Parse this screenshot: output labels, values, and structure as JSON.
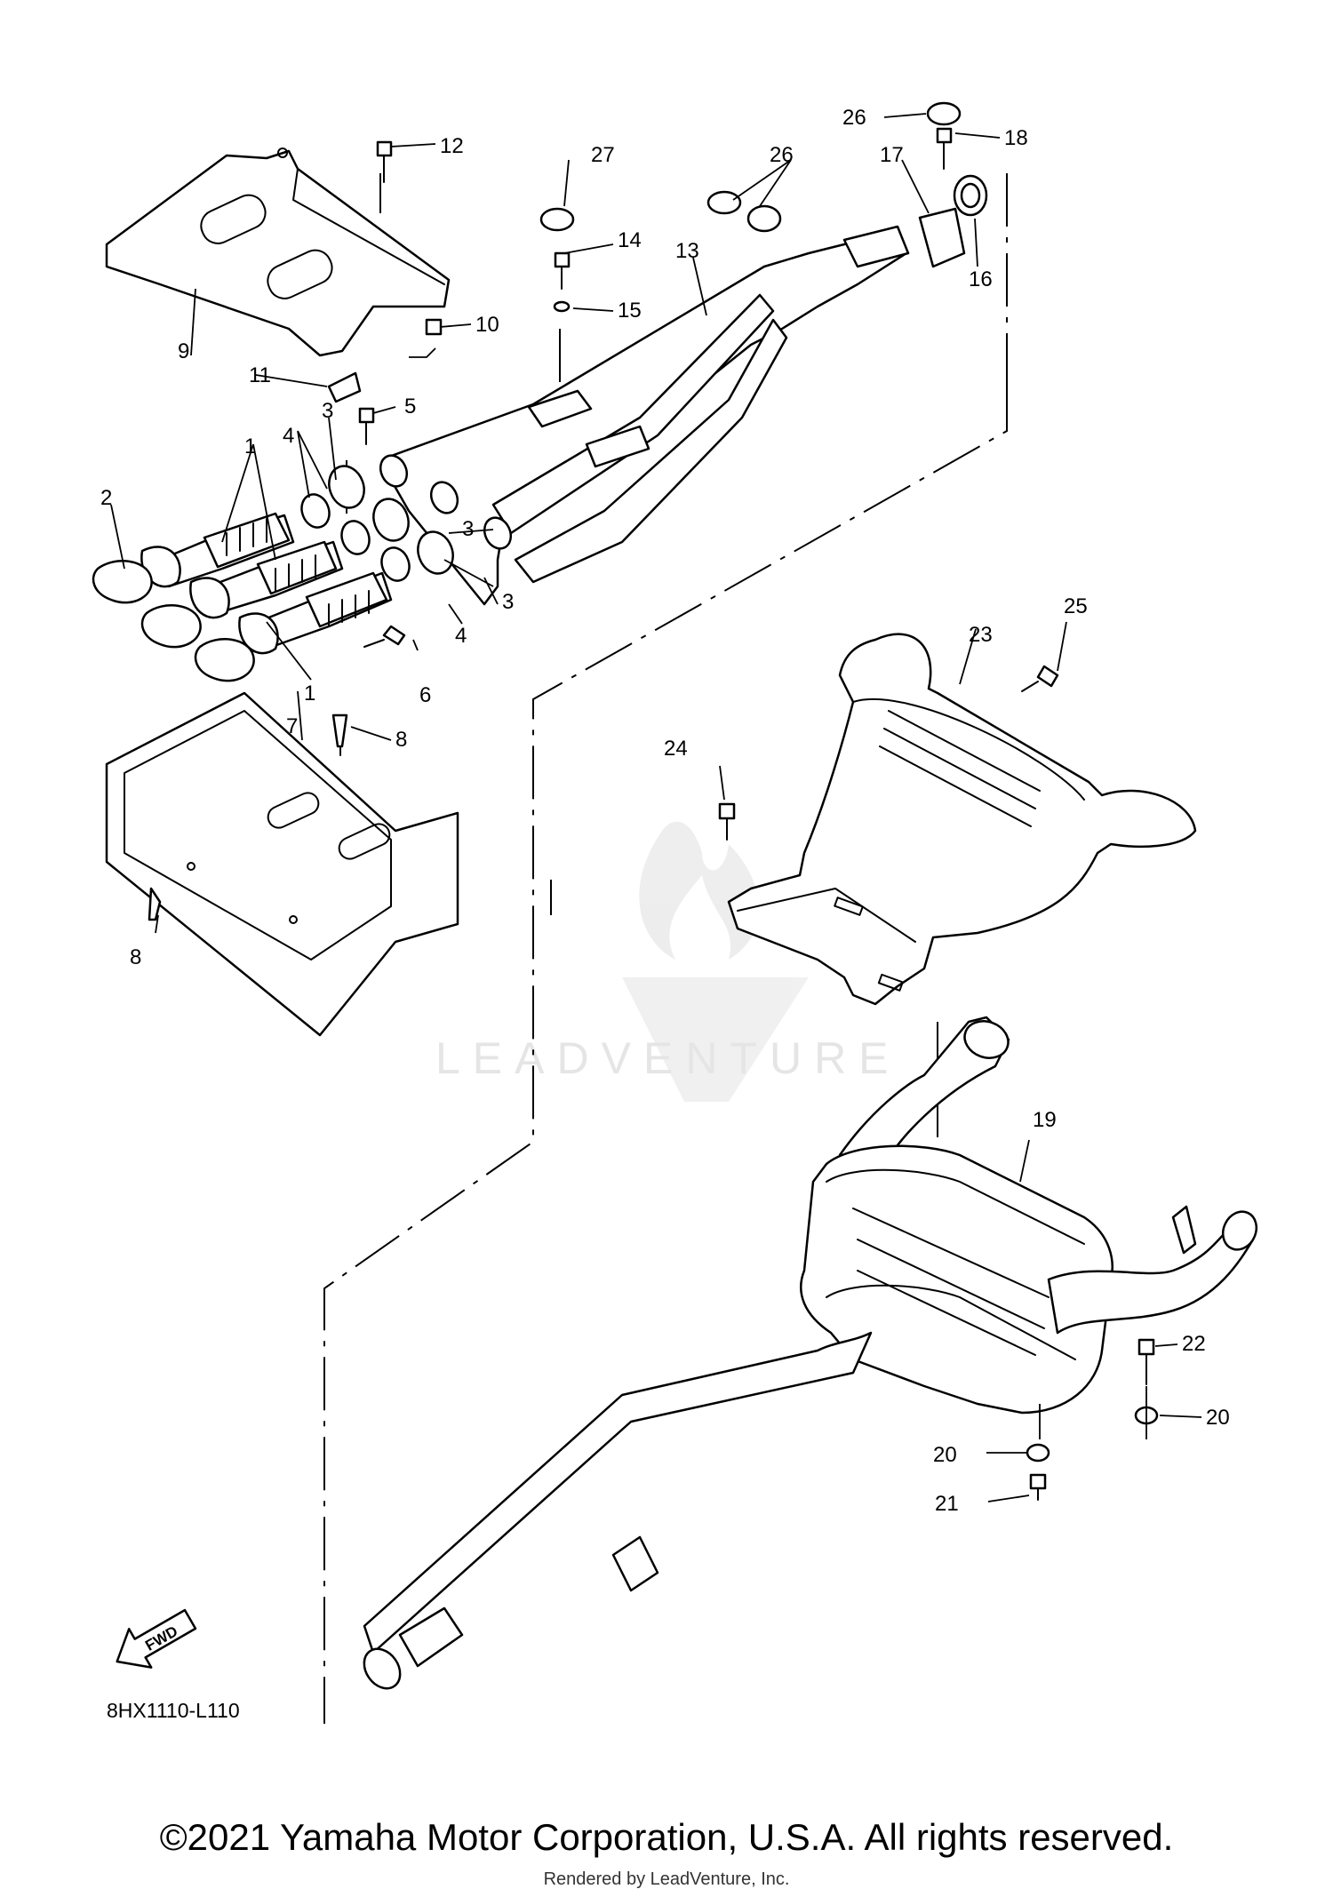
{
  "diagram": {
    "code": "8HX1110-L110",
    "fwd_label": "FWD",
    "watermark": "LEADVENTURE",
    "callouts": [
      {
        "id": "c1a",
        "text": "1"
      },
      {
        "id": "c1b",
        "text": "1"
      },
      {
        "id": "c2",
        "text": "2"
      },
      {
        "id": "c3a",
        "text": "3"
      },
      {
        "id": "c3b",
        "text": "3"
      },
      {
        "id": "c3c",
        "text": "3"
      },
      {
        "id": "c4a",
        "text": "4"
      },
      {
        "id": "c4b",
        "text": "4"
      },
      {
        "id": "c5",
        "text": "5"
      },
      {
        "id": "c6",
        "text": "6"
      },
      {
        "id": "c7",
        "text": "7"
      },
      {
        "id": "c8a",
        "text": "8"
      },
      {
        "id": "c8b",
        "text": "8"
      },
      {
        "id": "c9",
        "text": "9"
      },
      {
        "id": "c10",
        "text": "10"
      },
      {
        "id": "c11",
        "text": "11"
      },
      {
        "id": "c12",
        "text": "12"
      },
      {
        "id": "c13",
        "text": "13"
      },
      {
        "id": "c14",
        "text": "14"
      },
      {
        "id": "c15",
        "text": "15"
      },
      {
        "id": "c16",
        "text": "16"
      },
      {
        "id": "c17",
        "text": "17"
      },
      {
        "id": "c18",
        "text": "18"
      },
      {
        "id": "c19",
        "text": "19"
      },
      {
        "id": "c20a",
        "text": "20"
      },
      {
        "id": "c20b",
        "text": "20"
      },
      {
        "id": "c21",
        "text": "21"
      },
      {
        "id": "c22",
        "text": "22"
      },
      {
        "id": "c23",
        "text": "23"
      },
      {
        "id": "c24",
        "text": "24"
      },
      {
        "id": "c25",
        "text": "25"
      },
      {
        "id": "c26a",
        "text": "26"
      },
      {
        "id": "c26b",
        "text": "26"
      },
      {
        "id": "c27",
        "text": "27"
      }
    ]
  },
  "footer": {
    "copyright": "©2021 Yamaha Motor Corporation, U.S.A. All rights reserved.",
    "rendered_by": "Rendered by LeadVenture, Inc."
  }
}
